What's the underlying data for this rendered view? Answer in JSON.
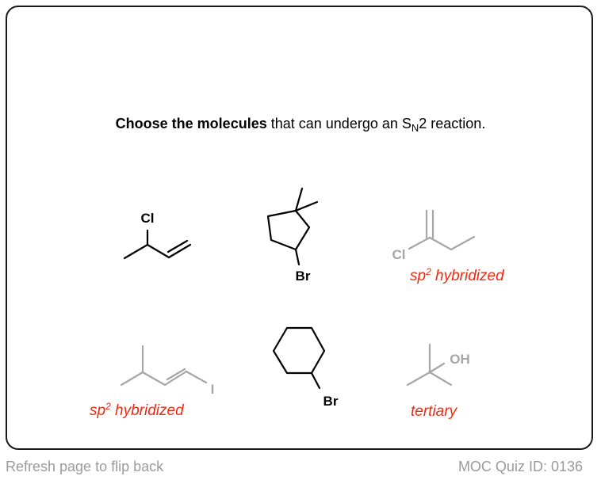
{
  "question": {
    "bold": "Choose the molecules",
    "text_before_sub": " that can undergo an S",
    "sub": "N",
    "text_after_sub": "2 reaction."
  },
  "molecules": [
    {
      "id": "3-chlorobut-1-ene",
      "atoms": [
        "Cl"
      ],
      "color": "#000000",
      "note": ""
    },
    {
      "id": "bromo-dimethylcyclopentane",
      "atoms": [
        "Br"
      ],
      "color": "#000000",
      "note": ""
    },
    {
      "id": "2-chlorobut-1-ene",
      "atoms": [
        "Cl"
      ],
      "color": "#a6a6a6",
      "note_main": "sp",
      "note_sup": "2",
      "note_rest": " hybridized"
    },
    {
      "id": "1-iodo-3-methylbut-1-ene",
      "atoms": [
        "I"
      ],
      "color": "#a6a6a6",
      "note_main": "sp",
      "note_sup": "2",
      "note_rest": " hybridized"
    },
    {
      "id": "bromocyclohexane",
      "atoms": [
        "Br"
      ],
      "color": "#000000",
      "note": ""
    },
    {
      "id": "tert-butanol",
      "atoms": [
        "OH"
      ],
      "color": "#a6a6a6",
      "note": "tertiary"
    }
  ],
  "colors": {
    "accent": "#ee2a12",
    "muted": "#9b9b9b",
    "disabled": "#a6a6a6"
  },
  "footer": {
    "refresh_hint": "Refresh page to flip back",
    "quiz_id": "MOC Quiz ID: 0136"
  }
}
